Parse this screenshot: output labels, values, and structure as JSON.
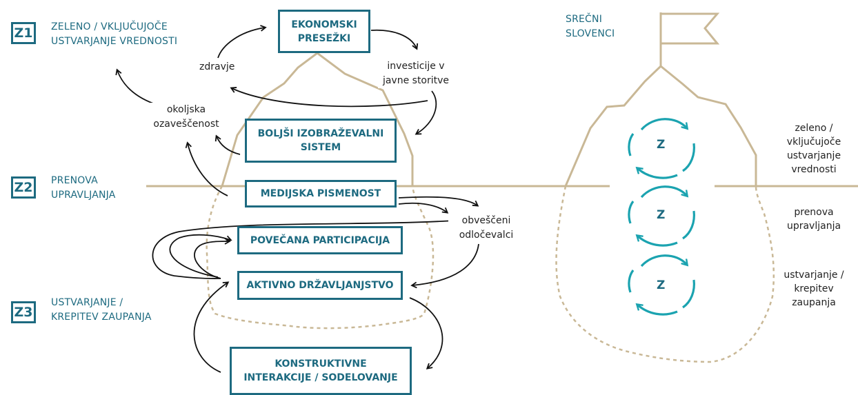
{
  "zones": [
    {
      "badge": "Z1",
      "label_line1": "ZELENO / VKLJUČUJOČE",
      "label_line2": "USTVARJANJE VREDNOSTI"
    },
    {
      "badge": "Z2",
      "label_line1": "PRENOVA",
      "label_line2": "UPRAVLJANJA"
    },
    {
      "badge": "Z3",
      "label_line1": "USTVARJANJE /",
      "label_line2": "KREPITEV ZAUPANJA"
    }
  ],
  "boxes": {
    "ekonomski": {
      "line1": "EKONOMSKI",
      "line2": "PRESEŽKI"
    },
    "izobrazevalni": {
      "line1": "BOLJŠI IZOBRAŽEVALNI",
      "line2": "SISTEM"
    },
    "medijska": {
      "line1": "MEDIJSKA PISMENOST"
    },
    "participacija": {
      "line1": "POVEČANA PARTICIPACIJA"
    },
    "drzavljanstvo": {
      "line1": "AKTIVNO DRŽAVLJANJSTVO"
    },
    "interakcije": {
      "line1": "KONSTRUKTIVNE",
      "line2": "INTERAKCIJE / SODELOVANJE"
    }
  },
  "notes": {
    "zdravje": "zdravje",
    "investicije_1": "investicije v",
    "investicije_2": "javne storitve",
    "okoljska_1": "okoljska",
    "okoljska_2": "ozaveščenost",
    "obvesceni_1": "obveščeni",
    "obvesceni_2": "odločevalci"
  },
  "right": {
    "title_1": "SREČNI",
    "title_2": "SLOVENCI",
    "z_letters": [
      "Z",
      "Z",
      "Z"
    ],
    "side_1": [
      "zeleno /",
      "vključujoče",
      "ustvarjanje",
      "vrednosti"
    ],
    "side_2": [
      "prenova",
      "upravljanja"
    ],
    "side_3": [
      "ustvarjanje /",
      "krepitev",
      "zaupanja"
    ]
  },
  "colors": {
    "teal": "#1d6a80",
    "cyan": "#1ba3b0",
    "tan": "#c9b896",
    "ink": "#222222"
  }
}
